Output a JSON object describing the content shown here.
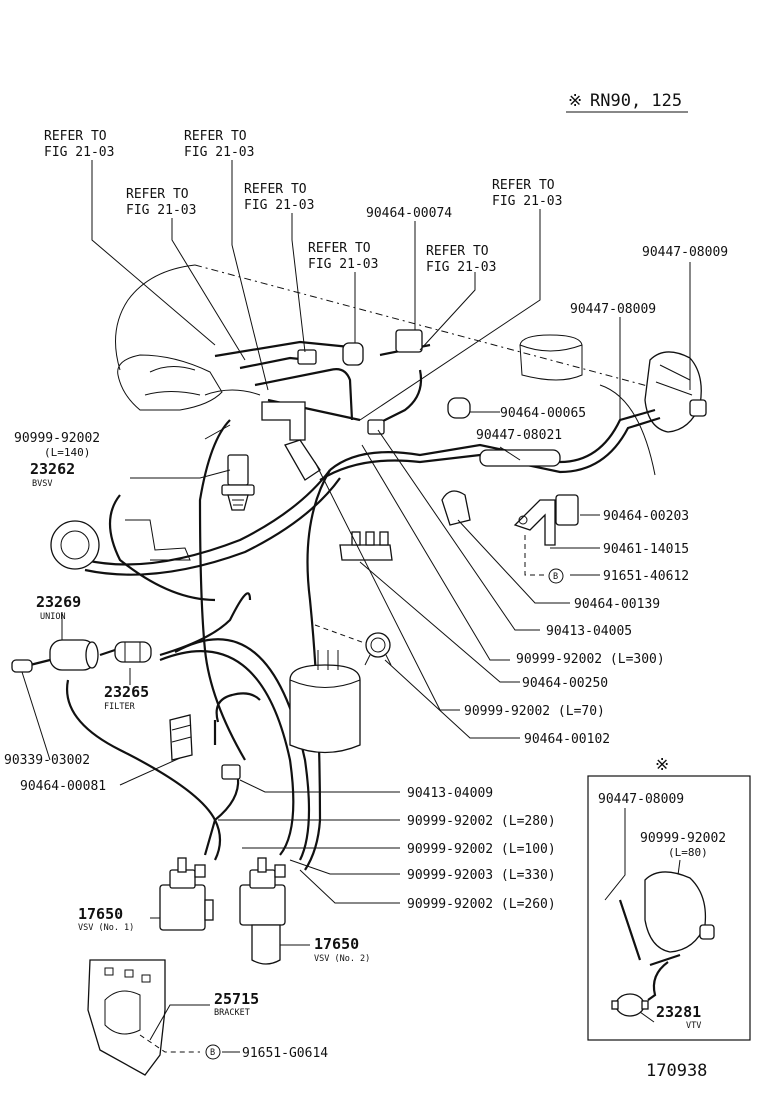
{
  "header": {
    "applicability_mark": "※",
    "applicability": "RN90, 125"
  },
  "refer_note": {
    "line1": "REFER TO",
    "line2": "FIG 21-03"
  },
  "parts": {
    "p90464_00074": "90464-00074",
    "p90447_08009_top": "90447-08009",
    "p90447_08009_mid": "90447-08009",
    "p90464_00065": "90464-00065",
    "p90447_08021": "90447-08021",
    "p90999_92002_l140": "90999-92002",
    "p90999_92002_l140_len": "(L=140)",
    "p23262": "23262",
    "p23262_name": "BVSV",
    "p90464_00203": "90464-00203",
    "p90461_14015": "90461-14015",
    "p91651_40612": "91651-40612",
    "p90464_00139": "90464-00139",
    "p90413_04005": "90413-04005",
    "p90999_92002_l300": "90999-92002 (L=300)",
    "p23269": "23269",
    "p23269_name": "UNION",
    "p90464_00250": "90464-00250",
    "p23265": "23265",
    "p23265_name": "FILTER",
    "p90999_92002_l70": "90999-92002 (L=70)",
    "p90464_00102": "90464-00102",
    "p90339_03002": "90339-03002",
    "p90464_00081": "90464-00081",
    "p90413_04009": "90413-04009",
    "p90999_92002_l280": "90999-92002 (L=280)",
    "p90999_92002_l100": "90999-92002 (L=100)",
    "p90999_92003_l330": "90999-92003 (L=330)",
    "p90999_92002_l260": "90999-92002 (L=260)",
    "p17650_1": "17650",
    "p17650_1_name": "VSV (No. 1)",
    "p17650_2": "17650",
    "p17650_2_name": "VSV (No. 2)",
    "p25715": "25715",
    "p25715_name": "BRACKET",
    "p91651_g0614": "91651-G0614",
    "bolt_mark": "B"
  },
  "inset": {
    "mark": "※",
    "p90447_08009": "90447-08009",
    "p90999_92002": "90999-92002",
    "p90999_92002_len": "(L=80)",
    "p23281": "23281",
    "p23281_name": "VTV"
  },
  "figure_number": "170938"
}
